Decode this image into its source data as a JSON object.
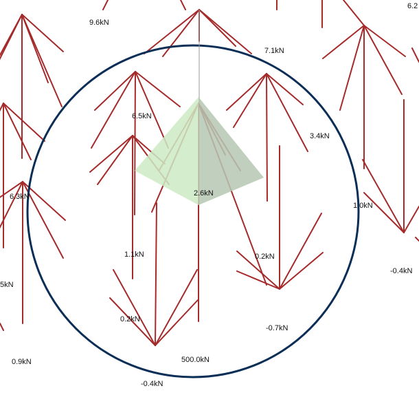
{
  "colors": {
    "background": "#ffffff",
    "member": "#a52a2a",
    "support_ring": "#0b2e57",
    "pyramid_light": "#cdebc4",
    "pyramid_dark": "#b6c7b3",
    "axis_line": "#9a9a9a"
  },
  "labels": {
    "l01": "9.6kN",
    "l02": "6.2",
    "l03": "7.1kN",
    "l04": "6.5kN",
    "l05": "3.4kN",
    "l06": "6.3kN",
    "l07": "2.6kN",
    "l08": "1.0kN",
    "l09": "1.1kN",
    "l10": "0.2kN",
    "l11": "-0.4kN",
    "l12": "5kN",
    "l13": "0.2kN",
    "l14": "-0.7kN",
    "l15": "0.9kN",
    "l16": "500.0kN",
    "l17": "-0.4kN"
  }
}
